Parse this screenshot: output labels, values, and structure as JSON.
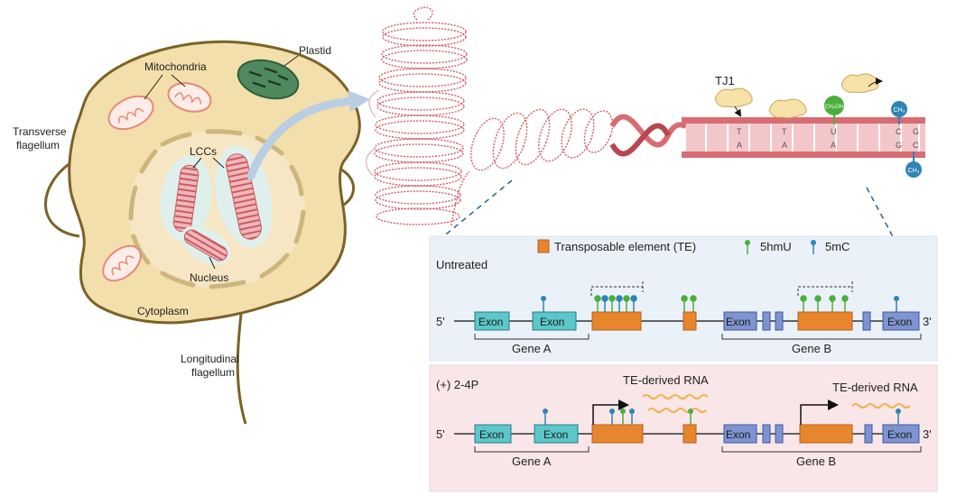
{
  "cell": {
    "labels": {
      "plastid": "Plastid",
      "mitochondria": "Mitochondria",
      "lccs": "LCCs",
      "nucleus": "Nucleus",
      "cytoplasm": "Cytoplasm",
      "transverse_flagellum": [
        "Transverse",
        "flagellum"
      ],
      "longitudinal_flagellum": [
        "Longitudinal",
        "flagellum"
      ]
    }
  },
  "dna": {
    "protein_label": "TJ1",
    "modification_labels": {
      "hydroxymethyl": "CH₂OH",
      "methyl": "CH₃"
    },
    "top_strand_bases": [
      "T",
      "T",
      "U",
      "C",
      "G"
    ],
    "bottom_strand_bases": [
      "A",
      "A",
      "A",
      "G",
      "C"
    ]
  },
  "legend": {
    "te": "Transposable element (TE)",
    "hmu": "5hmU",
    "mc": "5mC",
    "colors": {
      "te": "#e8862e",
      "hmu": "#4caf3c",
      "mc": "#2f84b6",
      "exon_a": "#5cc6c8",
      "exon_b": "#7d94d0"
    }
  },
  "panels": {
    "untreated": {
      "title": "Untreated",
      "five_prime": "5'",
      "three_prime": "3'",
      "exon_label": "Exon",
      "gene_a": "Gene A",
      "gene_b": "Gene B"
    },
    "treated": {
      "title": "(+) 2-4P",
      "five_prime": "5'",
      "three_prime": "3'",
      "exon_label": "Exon",
      "gene_a": "Gene A",
      "gene_b": "Gene B",
      "te_rna_1": "TE-derived RNA",
      "te_rna_2": "TE-derived RNA"
    }
  }
}
